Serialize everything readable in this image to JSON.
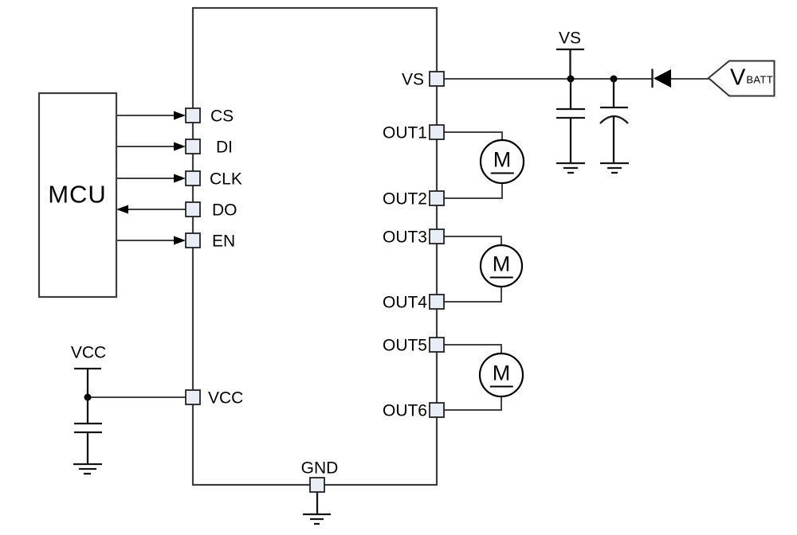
{
  "mcu": {
    "label": "MCU"
  },
  "ic": {
    "left_pins": [
      {
        "label": "CS",
        "signal_direction": "mcu-to-ic"
      },
      {
        "label": "DI",
        "signal_direction": "mcu-to-ic"
      },
      {
        "label": "CLK",
        "signal_direction": "mcu-to-ic"
      },
      {
        "label": "DO",
        "signal_direction": "ic-to-mcu"
      },
      {
        "label": "EN",
        "signal_direction": "mcu-to-ic"
      },
      {
        "label": "VCC",
        "signal_direction": "supply"
      }
    ],
    "right_pins": [
      {
        "label": "VS"
      },
      {
        "label": "OUT1"
      },
      {
        "label": "OUT2"
      },
      {
        "label": "OUT3"
      },
      {
        "label": "OUT4"
      },
      {
        "label": "OUT5"
      },
      {
        "label": "OUT6"
      }
    ],
    "bottom_pins": [
      {
        "label": "GND"
      }
    ]
  },
  "motors": [
    {
      "label": "M",
      "between": [
        "OUT1",
        "OUT2"
      ]
    },
    {
      "label": "M",
      "between": [
        "OUT3",
        "OUT4"
      ]
    },
    {
      "label": "M",
      "between": [
        "OUT5",
        "OUT6"
      ]
    }
  ],
  "power": {
    "vcc_rail_label": "VCC",
    "vs_rail_label": "VS",
    "vbatt": {
      "base": "V",
      "subscript": "BATT"
    }
  },
  "colors": {
    "wire": "#424242",
    "symbol": "#141414",
    "pin_fill": "#e9edf6",
    "background": "#ffffff",
    "text": "#000000"
  }
}
